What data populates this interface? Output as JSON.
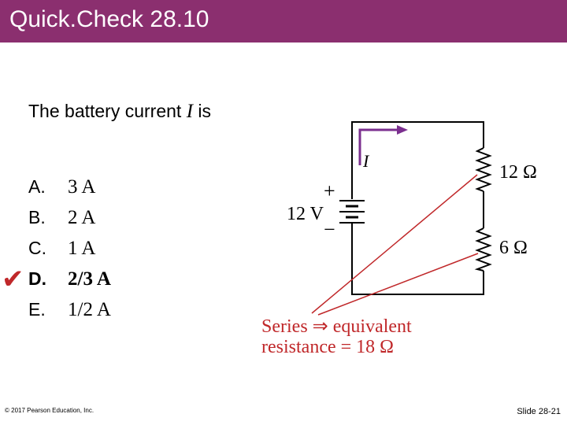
{
  "header": {
    "title": "Quick.Check 28.10"
  },
  "question": {
    "prefix": "The battery current ",
    "variable": "I",
    "suffix": " is"
  },
  "choices": [
    {
      "letter": "A.",
      "value": "3 A",
      "correct": false
    },
    {
      "letter": "B.",
      "value": "2 A",
      "correct": false
    },
    {
      "letter": "C.",
      "value": "1 A",
      "correct": false
    },
    {
      "letter": "D.",
      "value": "2/3 A",
      "correct": true
    },
    {
      "letter": "E.",
      "value": "1/2 A",
      "correct": false
    }
  ],
  "check_mark": "✔",
  "circuit": {
    "current_label": "I",
    "battery_label": "12 V",
    "plus": "+",
    "minus": "−",
    "resistor_top": "12 Ω",
    "resistor_bottom": "6 Ω"
  },
  "annotation": {
    "line1": "Series ⇒ equivalent",
    "line2": "resistance = 18 Ω"
  },
  "footer": {
    "copyright": "© 2017 Pearson Education, Inc.",
    "slide": "Slide 28-21"
  },
  "colors": {
    "title_bar": "#8b2f6f",
    "current_arrow": "#7b2f8f",
    "annotation": "#c0282a"
  }
}
